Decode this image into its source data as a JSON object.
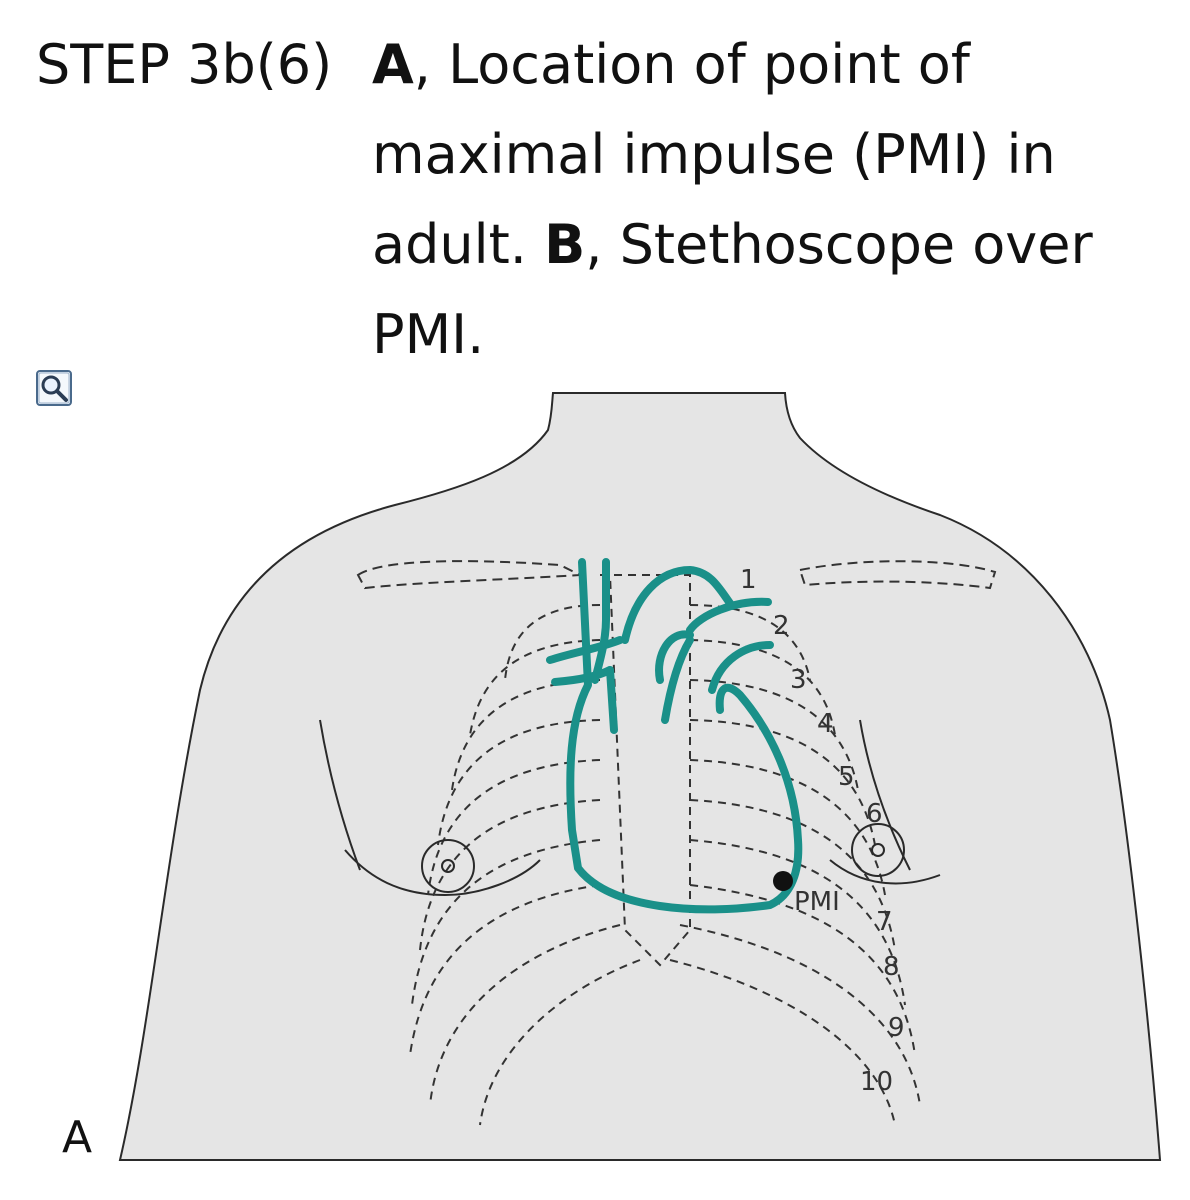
{
  "header": {
    "step": "STEP 3b(6)",
    "part_a_letter": "A",
    "part_a_text": ", Location of point of maximal impulse (PMI) in adult. ",
    "part_b_letter": "B",
    "part_b_text": ", Stethoscope over PMI."
  },
  "icons": {
    "zoom": "magnifier-icon"
  },
  "figure": {
    "panel_letter": "A",
    "pmi_label": "PMI",
    "rib_numbers": [
      "1",
      "2",
      "3",
      "4",
      "5",
      "6",
      "7",
      "8",
      "9",
      "10"
    ],
    "colors": {
      "skin": "#e5e5e5",
      "outline": "#2a2a2a",
      "heart": "#1a9089",
      "pmi_dot": "#111111"
    }
  }
}
